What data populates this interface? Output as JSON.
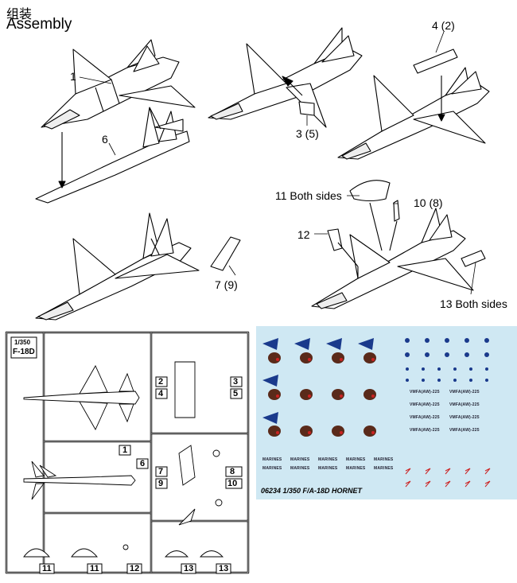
{
  "header": {
    "title_zh": "组装",
    "title_en": "Assembly"
  },
  "callouts": {
    "part1": "1",
    "part6": "6",
    "part3": "3 (5)",
    "part4": "4 (2)",
    "part11": "11 Both sides",
    "part10": "10 (8)",
    "part12": "12",
    "part7": "7 (9)",
    "part13": "13 Both sides"
  },
  "sprue": {
    "scale": "1/350",
    "model": "F-18D",
    "numbers": [
      "1",
      "2",
      "3",
      "4",
      "5",
      "6",
      "7",
      "8",
      "9",
      "10",
      "11",
      "11",
      "12",
      "13",
      "13"
    ]
  },
  "decal": {
    "code": "06234 1/350 F/A-18D HORNET",
    "marines": "MARINES",
    "vmfa": "VMFA(AW)-225"
  },
  "colors": {
    "decal_bg": "#cfe8f3",
    "roundel_blue": "#1a3a8c",
    "mark_red": "#cc2222"
  }
}
